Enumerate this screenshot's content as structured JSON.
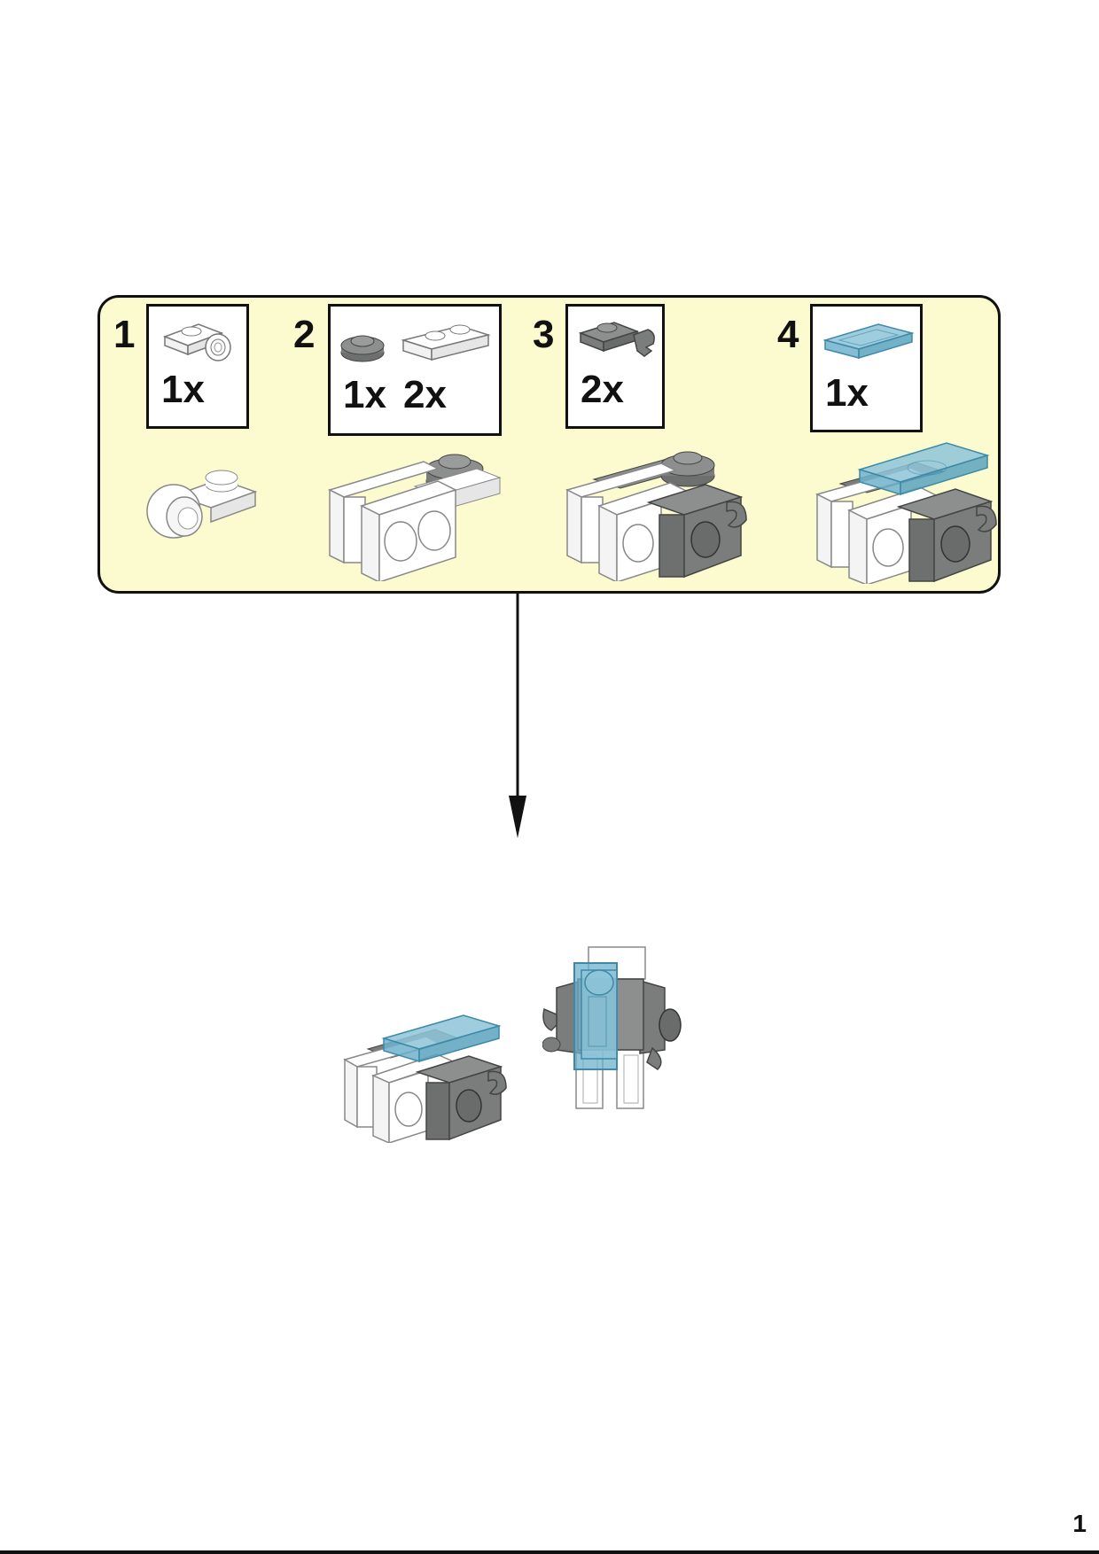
{
  "steps": [
    {
      "number": "1",
      "parts": [
        {
          "qty": "1x",
          "part": "white-plate-1x2-with-clip"
        }
      ]
    },
    {
      "number": "2",
      "parts": [
        {
          "qty": "1x",
          "part": "dark-gray-round-plate-1x1"
        },
        {
          "qty": "2x",
          "part": "white-plate-1x2"
        }
      ]
    },
    {
      "number": "3",
      "parts": [
        {
          "qty": "2x",
          "part": "dark-gray-plate-with-clip"
        }
      ]
    },
    {
      "number": "4",
      "parts": [
        {
          "qty": "1x",
          "part": "trans-light-blue-tile-1x2"
        }
      ]
    }
  ],
  "page_number": "1",
  "colors": {
    "panel_background": "#fbfbcf",
    "white_part": "#ffffff",
    "dark_gray_part": "#7b7d7c",
    "trans_blue_part": "#6fb2cc"
  },
  "icons": [
    "arrow-down-icon"
  ]
}
